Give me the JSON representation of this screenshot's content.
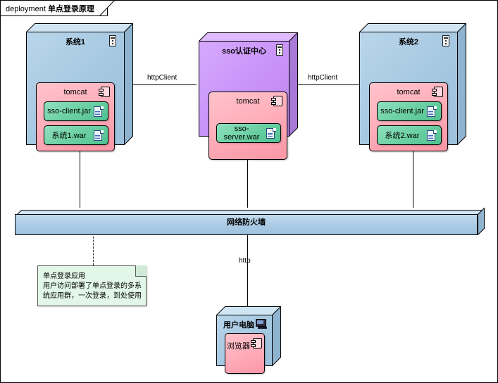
{
  "frame": {
    "keyword": "deployment",
    "name": "单点登录原理"
  },
  "nodes": [
    {
      "id": "system1",
      "label": "系统1",
      "icon": "node-icon",
      "color": "#a5c8e1",
      "component": {
        "label": "tomcat",
        "icon": "component-icon",
        "color": "#ffb0bb",
        "artifacts": [
          {
            "label": "sso-client.jar",
            "icon": "document-icon",
            "color": "#6cd0a4"
          },
          {
            "label": "系统1.war",
            "icon": "document-icon",
            "color": "#6cd0a4"
          }
        ]
      }
    },
    {
      "id": "sso-center",
      "label": "sso认证中心",
      "icon": "node-icon",
      "color": "#c892f8",
      "component": {
        "label": "tomcat",
        "icon": "component-icon",
        "color": "#ffb0bb",
        "artifacts": [
          {
            "label": "sso-server.war",
            "icon": "document-icon",
            "color": "#6cd0a4"
          }
        ]
      }
    },
    {
      "id": "system2",
      "label": "系统2",
      "icon": "node-icon",
      "color": "#a5c8e1",
      "component": {
        "label": "tomcat",
        "icon": "component-icon",
        "color": "#ffb0bb",
        "artifacts": [
          {
            "label": "sso-client.jar",
            "icon": "document-icon",
            "color": "#6cd0a4"
          },
          {
            "label": "系统2.war",
            "icon": "document-icon",
            "color": "#6cd0a4"
          }
        ]
      }
    }
  ],
  "firewall": {
    "label": "网络防火墙",
    "color": "#a9cae4"
  },
  "client": {
    "label": "用户电脑",
    "icon": "monitor-icon",
    "color": "#a5c8e1",
    "component": {
      "label": "浏览器",
      "icon": "component-icon",
      "color": "#ffb0bb"
    }
  },
  "note": {
    "title": "单点登录应用",
    "line2": "用户访问部署了单点登录的多系",
    "line3": "统应用群，一次登录，到处使用",
    "color": "#e2f7e8"
  },
  "edges": [
    {
      "id": "sys1-sso",
      "label": "httpClient"
    },
    {
      "id": "sso-sys2",
      "label": "httpClient"
    },
    {
      "id": "client-firewall",
      "label": "http"
    }
  ]
}
